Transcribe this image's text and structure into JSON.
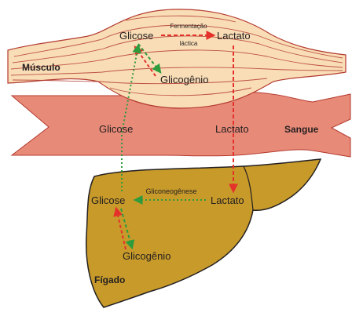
{
  "colors": {
    "muscle_fill": "#f9ddb6",
    "muscle_line": "#b33a2f",
    "vessel_fill": "#e88a78",
    "vessel_line": "#b33a2f",
    "liver_fill": "#c79a2a",
    "liver_line": "#231f20",
    "red_arrow": "#e4322b",
    "green_arrow": "#2e9b3c"
  },
  "organs": {
    "muscle": "Músculo",
    "blood": "Sangue",
    "liver": "Fígado"
  },
  "muscle_labels": {
    "glucose": "Glicose",
    "lactate": "Lactato",
    "glycogen": "Glicogênio",
    "fermentation_line1": "Fermentação",
    "fermentation_line2": "láctica"
  },
  "blood_labels": {
    "glucose": "Glicose",
    "lactate": "Lactato"
  },
  "liver_labels": {
    "glucose": "Glicose",
    "lactate": "Lactato",
    "glycogen": "Glicogênio",
    "gluconeogenesis": "Gliconeogênese"
  }
}
